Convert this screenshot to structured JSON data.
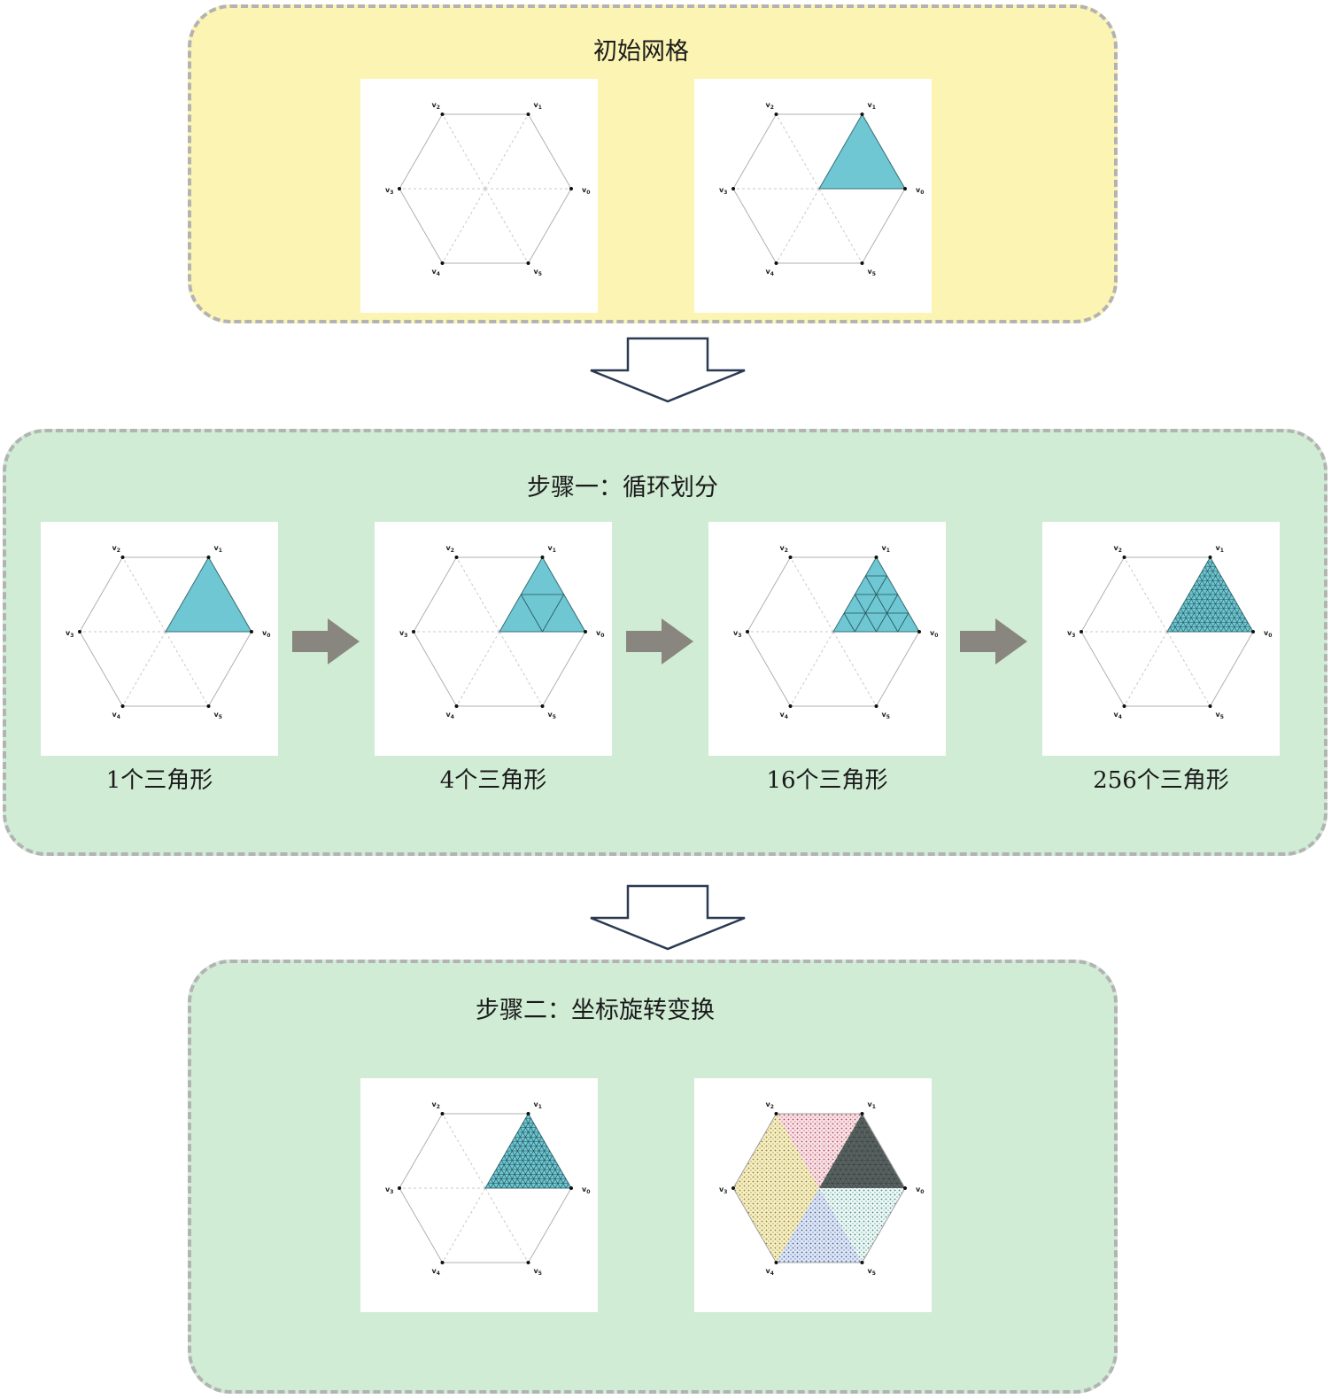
{
  "colors": {
    "panel_init": "#fbf4b3",
    "panel_step": "#d0ecd4",
    "panel_border": "#b3b3b3",
    "teal": "#6ec7d2",
    "grey_arrow": "#898680",
    "flow_arrow_stroke": "#2b3a52"
  },
  "panels": {
    "initial": {
      "title": "初始网格"
    },
    "step1": {
      "title": "步骤一：循环划分",
      "captions": [
        "1个三角形",
        "4个三角形",
        "16个三角形",
        "256个三角形"
      ],
      "subdivisions": [
        1,
        2,
        4,
        16
      ]
    },
    "step2": {
      "title": "步骤二：坐标旋转变换"
    }
  },
  "vertex_labels": [
    "v0",
    "v1",
    "v2",
    "v3",
    "v4",
    "v5"
  ]
}
